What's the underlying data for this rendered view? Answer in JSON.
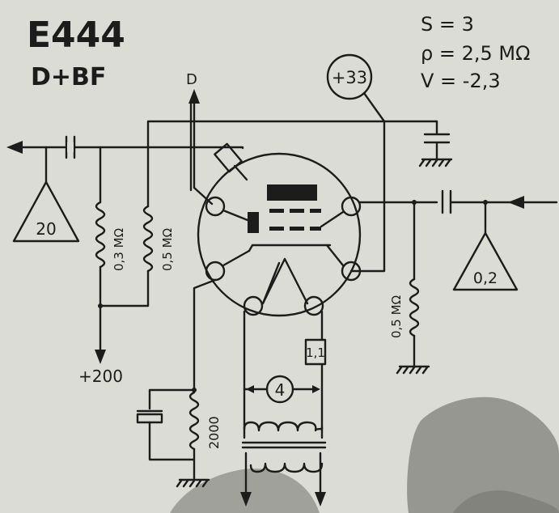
{
  "header": {
    "tube_name": "E444",
    "tube_function": "D+BF"
  },
  "params": {
    "s": "S = 3",
    "rho": "ρ = 2,5 MΩ",
    "v": "V = -2,3"
  },
  "labels": {
    "diode_terminal": "D",
    "screen_current": "+33",
    "amp_left": "20",
    "amp_right": "0,2",
    "res_left_1": "0,3 MΩ",
    "res_left_2": "0,5 MΩ",
    "res_right": "0,5 MΩ",
    "res_cathode": "2000",
    "supply": "+200",
    "filament": "4",
    "heater_current": "1,1"
  },
  "colors": {
    "ink": "#1c1c1c",
    "paper": "#dcdcd6",
    "stain": "#8f8f8a"
  }
}
